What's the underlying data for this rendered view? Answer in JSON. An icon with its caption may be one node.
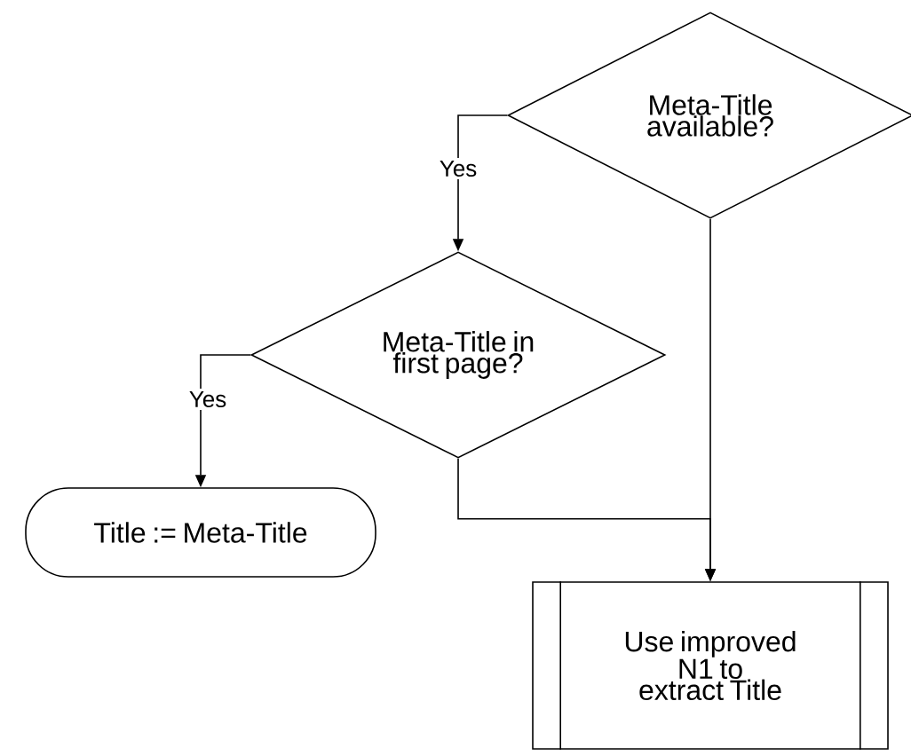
{
  "diagram": {
    "nodes": [
      {
        "text": [
          "Meta-Title available?"
        ]
      },
      {
        "text": [
          "Meta-Title in first page?"
        ]
      },
      {
        "text": [
          "Title := Meta-Title"
        ]
      },
      {
        "text": [
          "Use improved N1 to extract Title"
        ]
      }
    ],
    "edges": [
      {
        "from": 0,
        "to": 1,
        "arrow": "to",
        "label": "Yes"
      },
      {
        "from": 1,
        "to": 2,
        "arrow": "to",
        "label": "Yes"
      },
      {
        "from": 0,
        "to": 3,
        "arrow": "to"
      },
      {
        "from": 1,
        "to": 3,
        "arrow": "to"
      }
    ]
  }
}
